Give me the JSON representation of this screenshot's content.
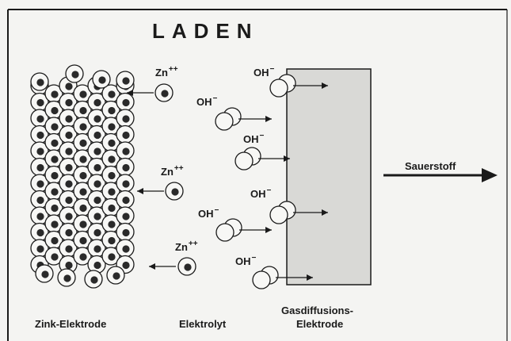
{
  "title": "LADEN",
  "ions": {
    "zinc_base": "Zn",
    "zinc_charge": "++",
    "hydroxide_base": "OH",
    "hydroxide_charge": "−"
  },
  "labels": {
    "zinc_electrode": "Zink-Elektrode",
    "electrolyte": "Elektrolyt",
    "gas_electrode_line1": "Gasdiffusions-",
    "gas_electrode_line2": "Elektrode",
    "oxygen": "Sauerstoff"
  },
  "colors": {
    "ink": "#1a1a1a",
    "background": "#f4f4f2",
    "electrode_fill": "#d9d9d6",
    "sphere_fill": "#f7f7f5",
    "nucleus": "#2a2a2a"
  }
}
